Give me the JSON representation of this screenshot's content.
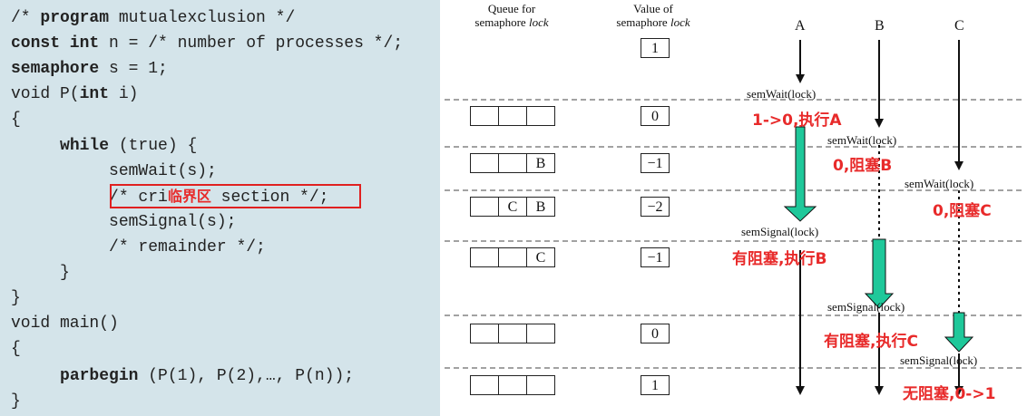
{
  "code": {
    "lines": [
      {
        "segs": [
          {
            "t": "/* "
          },
          {
            "t": "program",
            "b": true
          },
          {
            "t": " mutualexclusion */"
          }
        ]
      },
      {
        "segs": [
          {
            "t": "const int",
            "b": true
          },
          {
            "t": " n = /* number of processes */;"
          }
        ]
      },
      {
        "segs": [
          {
            "t": "semaphore",
            "b": true
          },
          {
            "t": " s = 1;"
          }
        ]
      },
      {
        "segs": [
          {
            "t": "void P("
          },
          {
            "t": "int",
            "b": true
          },
          {
            "t": " i)"
          }
        ]
      },
      {
        "segs": [
          {
            "t": "{"
          }
        ]
      },
      {
        "segs": [
          {
            "t": "     "
          },
          {
            "t": "while",
            "b": true
          },
          {
            "t": " (true) {"
          }
        ]
      },
      {
        "segs": [
          {
            "t": "          semWait(s);"
          }
        ]
      },
      {
        "segs": [
          {
            "t": "          /* cri"
          },
          {
            "t": "临界区",
            "a": true
          },
          {
            "t": " section */;"
          }
        ]
      },
      {
        "segs": [
          {
            "t": "          semSignal(s);"
          }
        ]
      },
      {
        "segs": [
          {
            "t": "          /* remainder */;"
          }
        ]
      },
      {
        "segs": [
          {
            "t": "     }"
          }
        ]
      },
      {
        "segs": [
          {
            "t": "}"
          }
        ]
      },
      {
        "segs": [
          {
            "t": "void main()"
          }
        ]
      },
      {
        "segs": [
          {
            "t": "{"
          }
        ]
      },
      {
        "segs": [
          {
            "t": "     "
          },
          {
            "t": "parbegin",
            "b": true
          },
          {
            "t": " (P(1), P(2),…, P(n));"
          }
        ]
      },
      {
        "segs": [
          {
            "t": "}"
          }
        ]
      }
    ]
  },
  "diagram": {
    "header": {
      "queue_line1": "Queue for",
      "queue_line2": "semaphore",
      "queue_italic": "lock",
      "value_line1": "Value of",
      "value_line2": "semaphore",
      "value_italic": "lock"
    },
    "processes": [
      "A",
      "B",
      "C"
    ],
    "initial_value": "1",
    "rows": [
      {
        "queue": [
          "",
          "",
          ""
        ],
        "value": "0"
      },
      {
        "queue": [
          "",
          "",
          "B"
        ],
        "value": "−1"
      },
      {
        "queue": [
          "",
          "C",
          "B"
        ],
        "value": "−2"
      },
      {
        "queue": [
          "",
          "",
          "C"
        ],
        "value": "−1"
      },
      {
        "queue": [
          "",
          "",
          ""
        ],
        "value": "0"
      },
      {
        "queue": [
          "",
          "",
          ""
        ],
        "value": "1"
      }
    ],
    "events": [
      {
        "label": "semWait(lock)"
      },
      {
        "label": "semWait(lock)"
      },
      {
        "label": "semWait(lock)"
      },
      {
        "label": "semSignal(lock)"
      },
      {
        "label": "semSignal(lock)"
      },
      {
        "label": "semSignal(lock)"
      }
    ],
    "annotations": [
      {
        "text": "1->0,执行A"
      },
      {
        "text": "0,阻塞B"
      },
      {
        "text": "0,阻塞C"
      },
      {
        "text": "有阻塞,执行B"
      },
      {
        "text": "有阻塞,执行C"
      },
      {
        "text": "无阻塞,0->1"
      }
    ],
    "colors": {
      "arrow_fill": "#1fc89a",
      "annotation": "#e82a2a",
      "code_bg": "#d4e4ea"
    }
  }
}
